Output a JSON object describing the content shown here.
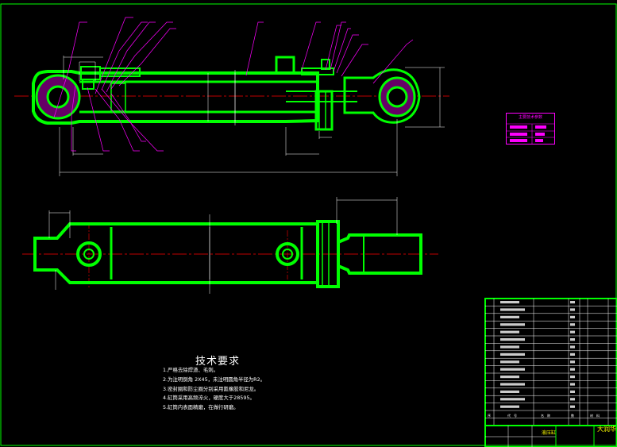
{
  "technical_requirements": {
    "title": "技术要求",
    "items": [
      "1.严格去除焊渣、毛刺。",
      "2.为注明倒角 2X45，未注明圆角半径为R2。",
      "3.密封圈和防尘圈分别采用氰橡胶和尼龙。",
      "4.缸筒采用高频淬火，硬度大于28595。",
      "5.缸筒内表面精磨，在做行研磨。"
    ]
  },
  "parameters_table": {
    "title": "主要技术参数"
  },
  "title_block": {
    "header": [
      "序",
      "代　号",
      "名　称",
      "数",
      "材　料"
    ],
    "scale_label": "液压缸",
    "brand": "大润华"
  },
  "colors": {
    "background": "#000000",
    "part_outline": "#00ff00",
    "leader_lines": "#ff00ff",
    "dimension_lines": "#ffffff",
    "center_lines": "#ff0000",
    "border": "#00ff00"
  }
}
